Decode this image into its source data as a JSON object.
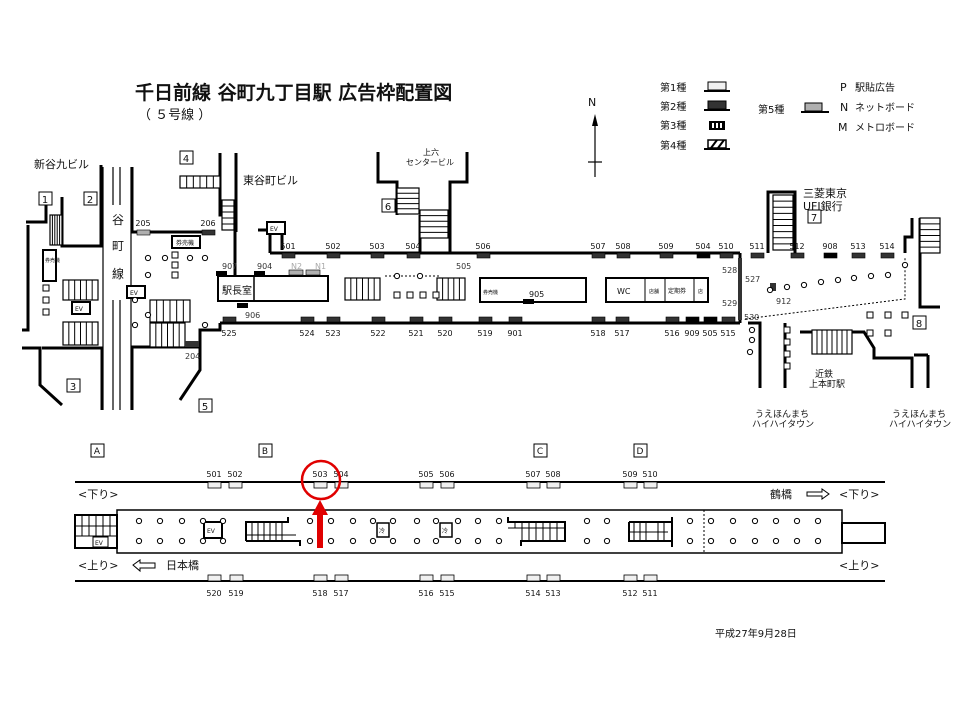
{
  "header": {
    "title": "千日前線  谷町九丁目駅  広告枠配置図",
    "subtitle": "（ ５号線 ）"
  },
  "legend": {
    "kinds": [
      "第1種",
      "第2種",
      "第3種",
      "第4種",
      "第5種"
    ],
    "types": [
      {
        "code": "P",
        "label": "駅貼広告"
      },
      {
        "code": "N",
        "label": "ネットボード"
      },
      {
        "code": "M",
        "label": "メトロボード"
      }
    ],
    "north": "N"
  },
  "colors": {
    "kind1": "#f0f0f0",
    "kind2": "#333333",
    "kind5": "#b0b0b0",
    "highlight": "#e00000"
  },
  "concourse": {
    "landmarks": {
      "shin_tani_kyu": "新谷九ビル",
      "higashi_tanimachi": "東谷町ビル",
      "uehon_center_1": "上六",
      "uehon_center_2": "センタービル",
      "mufg_1": "三菱東京",
      "mufg_2": "UFJ銀行",
      "kintetsu_1": "近鉄",
      "kintetsu_2": "上本町駅",
      "hihai_1": "うえほんまち",
      "hihai_2": "ハイハイタウン",
      "tanimachi_line": [
        "谷",
        "町",
        "線"
      ]
    },
    "exits": [
      "1",
      "2",
      "3",
      "4",
      "5",
      "6",
      "7",
      "8"
    ],
    "rooms": {
      "station_master": "駅長室",
      "ticket": "券売機",
      "wc": "WC",
      "shop": "店舗",
      "commuter": "定期券",
      "store": "店",
      "ev": "EV"
    },
    "boards_top": [
      "205",
      "206",
      "501",
      "502",
      "503",
      "504",
      "506",
      "507",
      "508",
      "509",
      "504",
      "510",
      "511",
      "512",
      "908",
      "513",
      "514"
    ],
    "boards_bottom": [
      "525",
      "524",
      "523",
      "522",
      "521",
      "520",
      "519",
      "901",
      "518",
      "517",
      "516",
      "909",
      "505",
      "515"
    ],
    "boards_other": [
      "907",
      "904",
      "N2",
      "N1",
      "906",
      "905",
      "505",
      "204",
      "528",
      "527",
      "529",
      "530",
      "912"
    ]
  },
  "platform": {
    "sections": [
      "A",
      "B",
      "C",
      "D"
    ],
    "boards_top": [
      "501",
      "502",
      "503",
      "504",
      "505",
      "506",
      "507",
      "508",
      "509",
      "510"
    ],
    "boards_bottom": [
      "520",
      "519",
      "518",
      "517",
      "516",
      "515",
      "514",
      "513",
      "512",
      "511"
    ],
    "highlighted": "503",
    "down_label": "<下り>",
    "up_label": "<上り>",
    "nihonbashi": "日本橋",
    "tsuruhashi": "鶴橋",
    "ev": "EV",
    "cool": "冷"
  },
  "footer": {
    "date": "平成27年9月28日"
  }
}
